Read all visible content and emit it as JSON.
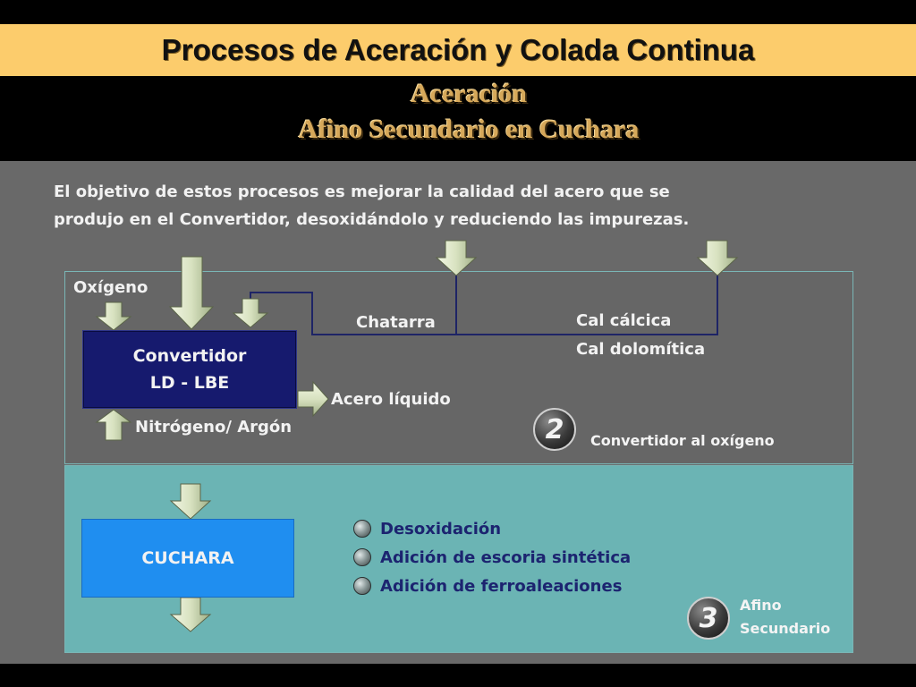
{
  "header": {
    "title": "Procesos de Aceración y Colada Continua",
    "subtitle_line1": "Aceración",
    "subtitle_line2": "Afino Secundario en Cuchara"
  },
  "intro": {
    "line1": "El objetivo de estos procesos es mejorar la calidad del acero que se",
    "line2": "produjo en el Convertidor, desoxidándolo y reduciendo las impurezas."
  },
  "upper_stage": {
    "oxygen_label": "Oxígeno",
    "scrap_label": "Chatarra",
    "lime_calcic_label": "Cal cálcica",
    "lime_dolomitic_label": "Cal dolomítica",
    "converter_line1": "Convertidor",
    "converter_line2": "LD - LBE",
    "liquid_steel_label": "Acero líquido",
    "inert_gas_label": "Nitrógeno/ Argón",
    "step_number": "2",
    "step_caption": "Convertidor al oxígeno"
  },
  "lower_stage": {
    "ladle_label": "CUCHARA",
    "operations": [
      "Desoxidación",
      "Adición de escoria sintética",
      "Adición de ferroaleaciones"
    ],
    "step_number": "3",
    "step_caption_line1": "Afino",
    "step_caption_line2": "Secundario"
  },
  "colors": {
    "title_bar": "#fccc6c",
    "subtitle_gold": "#d6a85a",
    "converter_box": "#161a6e",
    "ladle_box": "#1f8ef0",
    "lower_panel": "#6bb4b4",
    "arrow_fill": "#d8e2c0",
    "line_navy": "#1e2466"
  },
  "icons": {
    "flow_arrow": "block-arrow-icon",
    "bullet": "sphere-bullet-icon",
    "step_badge": "numbered-disc-icon"
  }
}
